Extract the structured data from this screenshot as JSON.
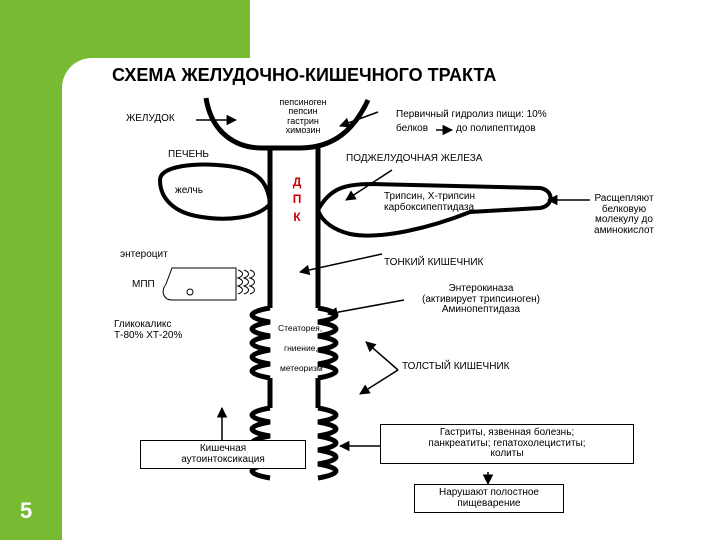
{
  "title": "СХЕМА ЖЕЛУДОЧНО-КИШЕЧНОГО ТРАКТА",
  "slide_number": "5",
  "labels": {
    "stomach": "ЖЕЛУДОК",
    "liver": "ПЕЧЕНЬ",
    "bile": "желчь",
    "duodenum": [
      "Д",
      "П",
      "К"
    ],
    "pancreas": "ПОДЖЕЛУДОЧНАЯ ЖЕЛЕЗА",
    "enterocyte": "энтероцит",
    "mpp": "МПП",
    "glycocalyx": [
      "Гликокаликс",
      "Т-80% ХТ-20%"
    ],
    "small_intestine": "ТОНКИЙ КИШЕЧНИК",
    "large_intestine": "ТОЛСТЫЙ КИШЕЧНИК"
  },
  "stomach_enzymes": [
    "пепсиноген",
    "пепсин",
    "гастрин",
    "химозин"
  ],
  "primary_hydrolysis": {
    "line1": "Первичный гидролиз пищи: 10%",
    "line2_a": "белков",
    "line2_b": "до полипептидов"
  },
  "pancreatic_enzymes": [
    "Трипсин, Х-трипсин",
    "карбоксипептидаза"
  ],
  "breakdown_note": [
    "Расщепляют",
    "белковую",
    "молекулу до",
    "аминокислот"
  ],
  "intestinal_enzymes": [
    "Энтерокиназа",
    "(активирует трипсиноген)",
    "Аминопептидаза"
  ],
  "disorders": [
    "Стеаторея,",
    "гниение,",
    "метеоризм"
  ],
  "intoxication_box": [
    "Кишечная",
    "аутоинтоксикация"
  ],
  "diseases_box": [
    "Гастриты, язвенная болезнь;",
    "панкреатиты; гепатохолециститы;",
    "колиты"
  ],
  "conclusion_box": [
    "Нарушают полостное",
    "пищеварение"
  ],
  "colors": {
    "accent_green": "#77bb33",
    "label_red": "#cc0000"
  }
}
